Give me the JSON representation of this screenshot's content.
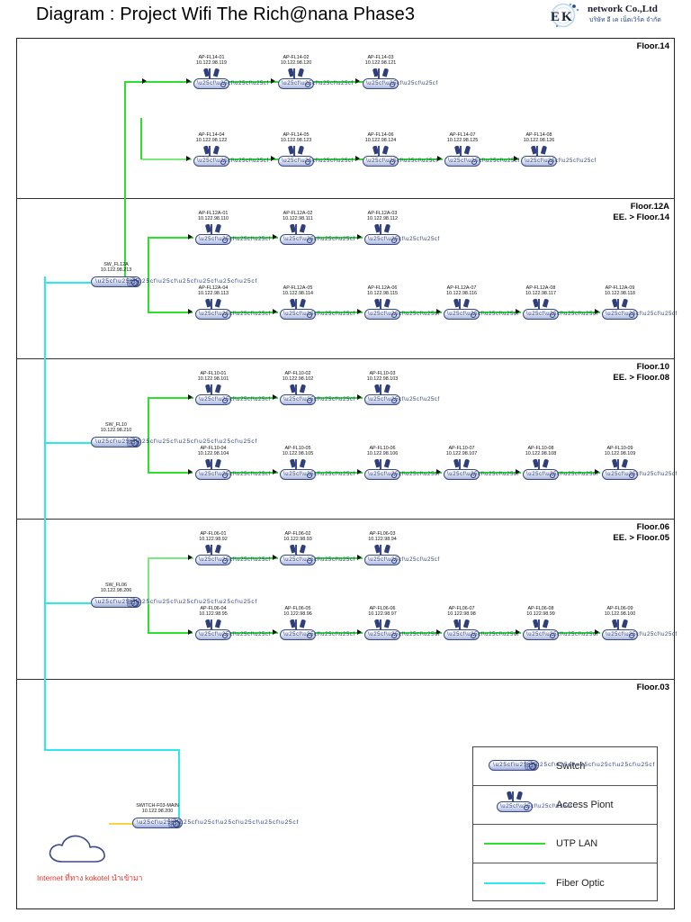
{
  "header": {
    "title": "Diagram : Project Wifi The Rich@nana Phase3",
    "logo_initials": "E K",
    "logo_name": "network Co.,Ltd",
    "logo_sub": "บริษัท อี เค เน็ตเวิร์ค จำกัด"
  },
  "floors": [
    {
      "label": "Floor.14"
    },
    {
      "label": "Floor.12A\nEE. > Floor.14"
    },
    {
      "label": "Floor.10\nEE. > Floor.08"
    },
    {
      "label": "Floor.06\nEE. > Floor.05"
    },
    {
      "label": "Floor.03"
    }
  ],
  "switches": [
    {
      "name": "SW_FL12A",
      "ip": "10.122.98.213"
    },
    {
      "name": "SW_FL10",
      "ip": "10.122.98.210"
    },
    {
      "name": "SW_FL06",
      "ip": "10.122.98.206"
    },
    {
      "name": "SWITCH-F03-MAIN",
      "ip": "10.122.98.200"
    }
  ],
  "access_points": {
    "floor14_row1": [
      {
        "name": "AP-FL14-01",
        "ip": "10.122.98.119"
      },
      {
        "name": "AP-FL14-02",
        "ip": "10.122.98.120"
      },
      {
        "name": "AP-FL14-03",
        "ip": "10.122.98.121"
      }
    ],
    "floor14_row2": [
      {
        "name": "AP-FL14-04",
        "ip": "10.122.98.122"
      },
      {
        "name": "AP-FL14-05",
        "ip": "10.122.98.123"
      },
      {
        "name": "AP-FL14-06",
        "ip": "10.122.98.124"
      },
      {
        "name": "AP-FL14-07",
        "ip": "10.122.98.125"
      },
      {
        "name": "AP-FL14-08",
        "ip": "10.122.98.126"
      }
    ],
    "floor12a_row1": [
      {
        "name": "AP-FL12A-01",
        "ip": "10.122.98.110"
      },
      {
        "name": "AP-FL12A-02",
        "ip": "10.122.98.111"
      },
      {
        "name": "AP-FL12A-03",
        "ip": "10.122.98.112"
      }
    ],
    "floor12a_row2": [
      {
        "name": "AP-FL12A-04",
        "ip": "10.122.98.113"
      },
      {
        "name": "AP-FL12A-05",
        "ip": "10.122.98.114"
      },
      {
        "name": "AP-FL12A-06",
        "ip": "10.122.98.115"
      },
      {
        "name": "AP-FL12A-07",
        "ip": "10.122.98.116"
      },
      {
        "name": "AP-FL12A-08",
        "ip": "10.122.98.117"
      },
      {
        "name": "AP-FL12A-09",
        "ip": "10.122.98.118"
      }
    ],
    "floor10_row1": [
      {
        "name": "AP-FL10-01",
        "ip": "10.122.98.101"
      },
      {
        "name": "AP-FL10-02",
        "ip": "10.122.98.102"
      },
      {
        "name": "AP-FL10-03",
        "ip": "10.122.98.103"
      }
    ],
    "floor10_row2": [
      {
        "name": "AP-FL10-04",
        "ip": "10.122.98.104"
      },
      {
        "name": "AP-FL10-05",
        "ip": "10.122.98.105"
      },
      {
        "name": "AP-FL10-06",
        "ip": "10.122.98.106"
      },
      {
        "name": "AP-FL10-07",
        "ip": "10.122.98.107"
      },
      {
        "name": "AP-FL10-08",
        "ip": "10.122.98.108"
      },
      {
        "name": "AP-FL10-09",
        "ip": "10.122.98.109"
      }
    ],
    "floor06_row1": [
      {
        "name": "AP-FL06-01",
        "ip": "10.122.98.92"
      },
      {
        "name": "AP-FL06-02",
        "ip": "10.122.98.93"
      },
      {
        "name": "AP-FL06-03",
        "ip": "10.122.98.94"
      }
    ],
    "floor06_row2": [
      {
        "name": "AP-FL06-04",
        "ip": "10.122.98.95"
      },
      {
        "name": "AP-FL06-05",
        "ip": "10.122.98.96"
      },
      {
        "name": "AP-FL06-06",
        "ip": "10.122.98.97"
      },
      {
        "name": "AP-FL06-07",
        "ip": "10.122.98.98"
      },
      {
        "name": "AP-FL06-08",
        "ip": "10.122.98.99"
      },
      {
        "name": "AP-FL06-09",
        "ip": "10.122.98.100"
      }
    ]
  },
  "internet": {
    "caption": "Internet ที่ทาง kokotel นำเข้ามา"
  },
  "legend": [
    {
      "icon": "switch-icon",
      "label": "Switch"
    },
    {
      "icon": "access-point-icon",
      "label": "Access Piont"
    },
    {
      "icon": "green-line-icon",
      "label": "UTP LAN"
    },
    {
      "icon": "cyan-line-icon",
      "label": "Fiber Optic"
    }
  ],
  "colors": {
    "utp_lan": "#2ee02e",
    "fiber_optic": "#2ee8f0",
    "internet_link": "#f5d547",
    "device_blue": "#3a4a85",
    "caption_red": "#e8372c"
  }
}
